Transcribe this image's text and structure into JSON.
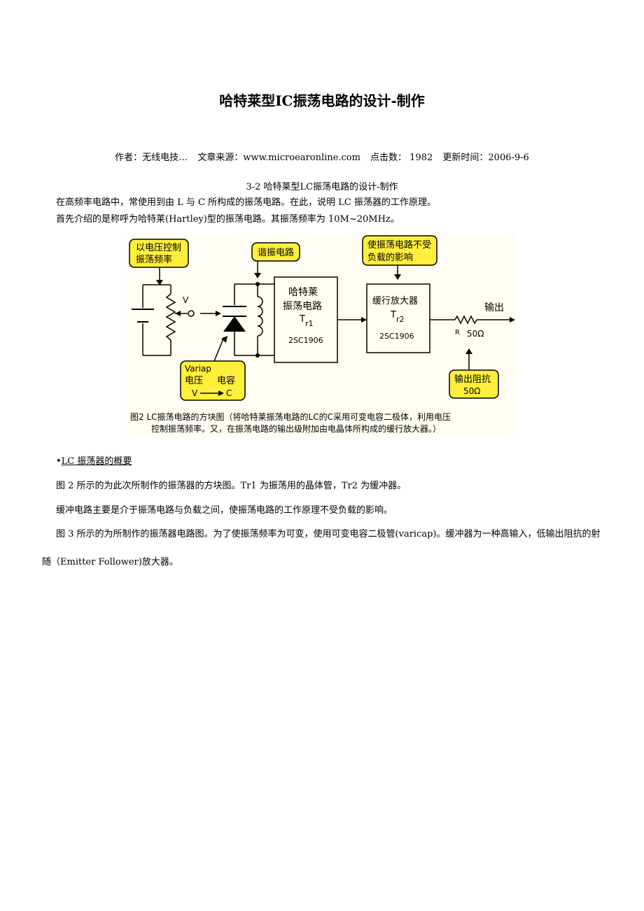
{
  "title": "哈特莱型IC振荡电路的设计-制作",
  "meta": {
    "author": "作者：无线电技…",
    "source": "文章来源：www.microearonline.com",
    "clicks": "点击数：  1982",
    "updated": "更新时间：2006-9-6"
  },
  "subtitle": "3-2  哈特莱型LC振荡电路的设计-制作",
  "intro": {
    "p1": "在高频率电路中，常使用到由 L 与 C 所构成的振荡电路。在此，说明 LC 振荡器的工作原理。",
    "p2": "首先介绍的是称呼为哈特莱(Hartley)型的振荡电路。其振荡频率为 10M~20MHz。"
  },
  "figure": {
    "callout_voltage": [
      "以电压控制",
      "振荡频率"
    ],
    "callout_resonant": "谐振电路",
    "callout_load": [
      "使振荡电路不受",
      "负载的影响"
    ],
    "label_v": "V",
    "osc_block": [
      "哈特莱",
      "振荡电路",
      "T",
      "r1",
      "2SC1906"
    ],
    "buffer_block": [
      "缓行放大器",
      "T",
      "r2",
      "2SC1906"
    ],
    "output_label": "输出",
    "resistor_label": "R",
    "resistor_value": "50Ω",
    "callout_variap": [
      "Variap",
      "电压",
      "电容",
      "V",
      "C"
    ],
    "callout_impedance": [
      "输出阻抗",
      "50Ω"
    ],
    "caption": [
      "图2 LC振荡电路的方块图（将哈特莱振荡电路的LC的C采用可变电容二极体，利用电压",
      "控制振荡频率。又，在振荡电路的输出级附加由电晶体所构成的缓行放大器。）"
    ]
  },
  "section": {
    "heading": "LC 振荡器的概要",
    "p1": "图 2 所示的为此次所制作的振荡器的方块图。Tr1 为振荡用的晶体管，Tr2 为缓冲器。",
    "p2": "缓冲电路主要是介于振荡电路与负载之间，使振荡电路的工作原理不受负载的影响。",
    "p3": "图 3 所示的为所制作的振荡器电路图。为了使振荡频率为可变，使用可变电容二极管(varicap)。缓冲器为一种高输入，低输出阻抗的射随（Emitter Follower)放大器。"
  }
}
